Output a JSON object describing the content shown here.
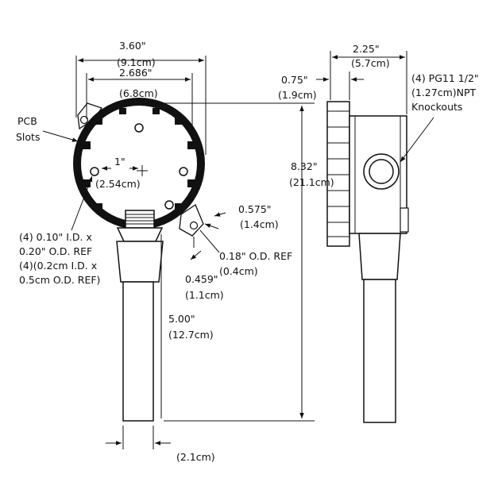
{
  "front_view": {
    "width_overall": {
      "in": "3.60\"",
      "cm": "(9.1cm)"
    },
    "width_mount": {
      "in": "2.686\"",
      "cm": "(6.8cm)"
    },
    "offset": {
      "in": "1\"",
      "cm": "(2.54cm)"
    },
    "pcb_label_1": "PCB",
    "pcb_label_2": "Slots",
    "hole_note_1": "(4) 0.10\" I.D. x",
    "hole_note_2": "0.20\" O.D. REF",
    "hole_note_3": "(4)(0.2cm I.D. x",
    "hole_note_4": "0.5cm O.D. REF)",
    "ear_dim": {
      "in": "0.575\"",
      "cm": "(1.4cm)"
    },
    "od_ref": {
      "in": "0.18\" O.D. REF",
      "cm": "(0.4cm)"
    },
    "ear_offset": {
      "in": "0.459\"",
      "cm": "(1.1cm)"
    },
    "pipe_length": {
      "in": "5.00\"",
      "cm": "(12.7cm)"
    },
    "pipe_width": {
      "cm": "(2.1cm)"
    }
  },
  "side_view": {
    "depth": {
      "in": "2.25\"",
      "cm": "(5.7cm)"
    },
    "flange": {
      "in": "0.75\"",
      "cm": "(1.9cm)"
    },
    "height_total": {
      "in": "8.32\"",
      "cm": "(21.1cm)"
    },
    "knockout_1": "(4) PG11 1/2\"",
    "knockout_2": "(1.27cm)NPT",
    "knockout_3": "Knockouts"
  }
}
